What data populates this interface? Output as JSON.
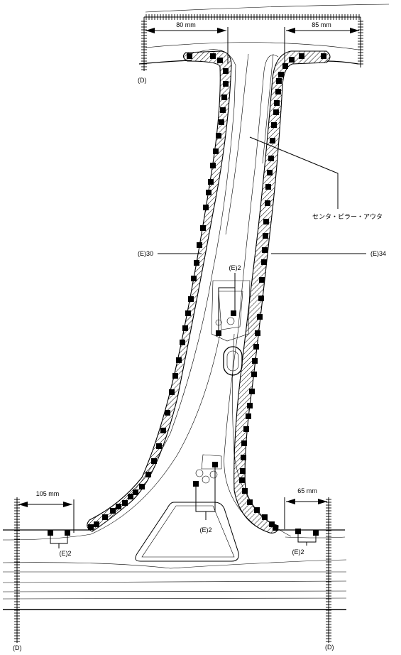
{
  "labels": {
    "dim_top_left": "80 mm",
    "dim_top_right": "85 mm",
    "dim_bottom_left": "105 mm",
    "dim_bottom_right": "65 mm",
    "datum_top_left": "(D)",
    "datum_bottom_left": "(D)",
    "datum_bottom_right": "(D)",
    "part_name": "センタ・ピラー・アウタ",
    "weld_left_count": "(E)30",
    "weld_right_count": "(E)34",
    "weld_center_upper": "(E)2",
    "weld_center_lower": "(E)2",
    "weld_bottom_left": "(E)2",
    "weld_bottom_right": "(E)2"
  }
}
